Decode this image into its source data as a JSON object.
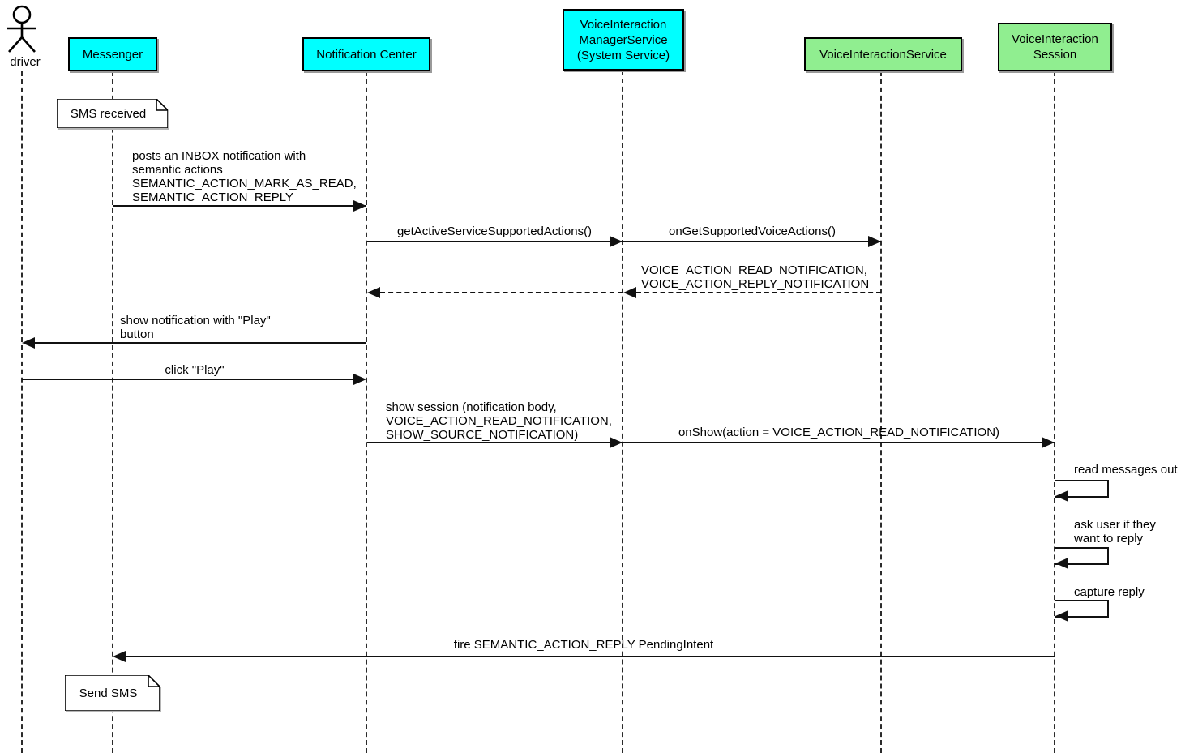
{
  "diagram_type": "uml-sequence-diagram",
  "colors": {
    "app_participant": "#00ffff",
    "service_participant": "#90ee90",
    "line": "#111111",
    "note_background": "#ffffff"
  },
  "actor": {
    "label": "driver"
  },
  "participants": [
    {
      "id": "messenger",
      "label": "Messenger",
      "color": "#00ffff"
    },
    {
      "id": "notification-center",
      "label": "Notification Center",
      "color": "#00ffff"
    },
    {
      "id": "voice-interaction-manager-service",
      "label": "VoiceInteraction\nManagerService\n(System Service)",
      "color": "#00ffff"
    },
    {
      "id": "voice-interaction-service",
      "label": "VoiceInteractionService",
      "color": "#90ee90"
    },
    {
      "id": "voice-interaction-session",
      "label": "VoiceInteraction\nSession",
      "color": "#90ee90"
    }
  ],
  "notes": [
    {
      "id": "sms-received",
      "text": "SMS received",
      "attached_to": "Messenger"
    },
    {
      "id": "send-sms",
      "text": "Send SMS",
      "attached_to": "Messenger"
    }
  ],
  "messages": [
    {
      "from": "Messenger",
      "to": "Notification Center",
      "style": "solid",
      "label": "posts an INBOX notification with\nsemantic actions\nSEMANTIC_ACTION_MARK_AS_READ,\nSEMANTIC_ACTION_REPLY"
    },
    {
      "from": "Notification Center",
      "to": "VoiceInteractionManagerService",
      "style": "solid",
      "label": "getActiveServiceSupportedActions()"
    },
    {
      "from": "VoiceInteractionManagerService",
      "to": "VoiceInteractionService",
      "style": "solid",
      "label": "onGetSupportedVoiceActions()"
    },
    {
      "from": "VoiceInteractionService",
      "to": "VoiceInteractionManagerService",
      "style": "dashed-return",
      "label": "VOICE_ACTION_READ_NOTIFICATION,\nVOICE_ACTION_REPLY_NOTIFICATION"
    },
    {
      "from": "VoiceInteractionManagerService",
      "to": "Notification Center",
      "style": "dashed-return",
      "label": ""
    },
    {
      "from": "Notification Center",
      "to": "driver",
      "style": "solid",
      "label": "show notification with \"Play\"\nbutton"
    },
    {
      "from": "driver",
      "to": "Notification Center",
      "style": "solid",
      "label": "click \"Play\""
    },
    {
      "from": "Notification Center",
      "to": "VoiceInteractionManagerService",
      "style": "solid",
      "label": "show session (notification body,\nVOICE_ACTION_READ_NOTIFICATION,\nSHOW_SOURCE_NOTIFICATION)"
    },
    {
      "from": "VoiceInteractionManagerService",
      "to": "VoiceInteractionSession",
      "style": "solid",
      "label": "onShow(action = VOICE_ACTION_READ_NOTIFICATION)"
    },
    {
      "from": "VoiceInteractionSession",
      "to": "VoiceInteractionSession",
      "style": "self",
      "label": "read messages out"
    },
    {
      "from": "VoiceInteractionSession",
      "to": "VoiceInteractionSession",
      "style": "self",
      "label": "ask user if they\nwant to reply"
    },
    {
      "from": "VoiceInteractionSession",
      "to": "VoiceInteractionSession",
      "style": "self",
      "label": "capture reply"
    },
    {
      "from": "VoiceInteractionSession",
      "to": "Messenger",
      "style": "solid",
      "label": "fire SEMANTIC_ACTION_REPLY PendingIntent"
    }
  ]
}
